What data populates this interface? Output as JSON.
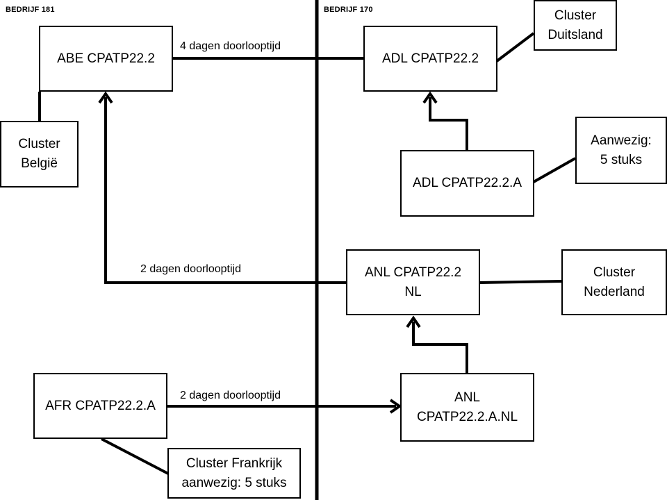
{
  "companies": {
    "left": "BEDRIJF 181",
    "right": "BEDRIJF 170"
  },
  "nodes": {
    "abe": "ABE CPATP22.2",
    "adl": "ADL CPATP22.2",
    "adl_a": "ADL CPATP22.2.A",
    "anl": "ANL CPATP22.2\nNL",
    "anl_a": "ANL\nCPATP22.2.A.NL",
    "afr_a": "AFR CPATP22.2.A",
    "cluster_belgie": "Cluster\nBelgië",
    "cluster_duitsland": "Cluster\nDuitsland",
    "aanwezig_5": "Aanwezig:\n5 stuks",
    "cluster_nederland": "Cluster\nNederland",
    "cluster_frankrijk": "Cluster Frankrijk\naanwezig: 5 stuks"
  },
  "edges": {
    "abe_adl": "4 dagen doorlooptijd",
    "anl_abe": "2 dagen doorlooptijd",
    "afr_anl": "2 dagen doorlooptijd"
  }
}
